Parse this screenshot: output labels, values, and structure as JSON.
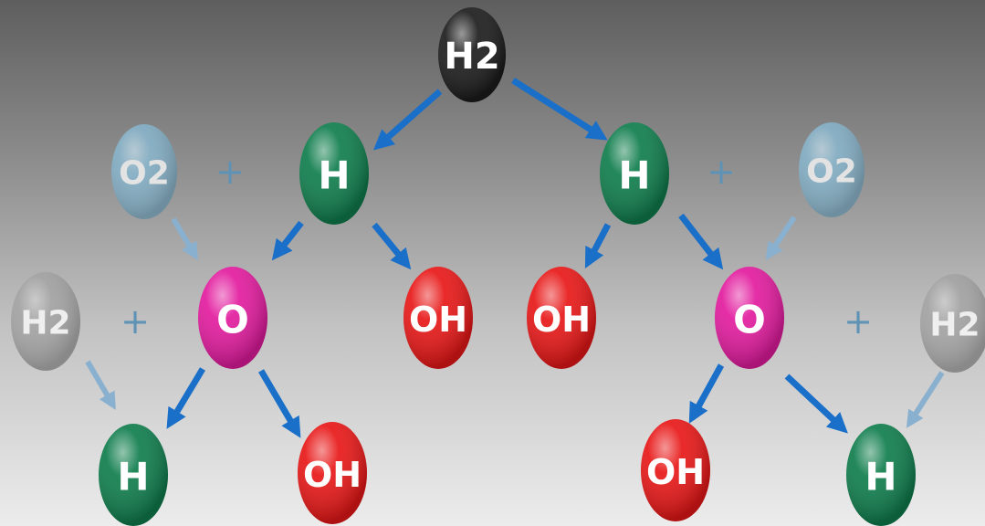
{
  "colors": {
    "h2_dark": "#1c1c1c",
    "h_green": "#0f7d4c",
    "o_magenta": "#e21b9e",
    "oh_red": "#e81717",
    "o2_faded": "#7fb8d5",
    "h2_faded": "#9a9a9a",
    "arrow_blue": "#1a6fc9",
    "arrow_faded": "#8ab0cf"
  },
  "molecules": {
    "h2_top": "H2",
    "h_left": "H",
    "h_right": "H",
    "o2_left": "O2",
    "o2_right": "O2",
    "plus_left_top": "+",
    "plus_right_top": "+",
    "h2_left_faded": "H2",
    "h2_right_faded": "H2",
    "plus_left_mid": "+",
    "plus_right_mid": "+",
    "o_left": "O",
    "o_right": "O",
    "oh_center_left": "OH",
    "oh_center_right": "OH",
    "h_bottom_left": "H",
    "oh_bottom_left": "OH",
    "oh_bottom_right": "OH",
    "h_bottom_right": "H"
  }
}
